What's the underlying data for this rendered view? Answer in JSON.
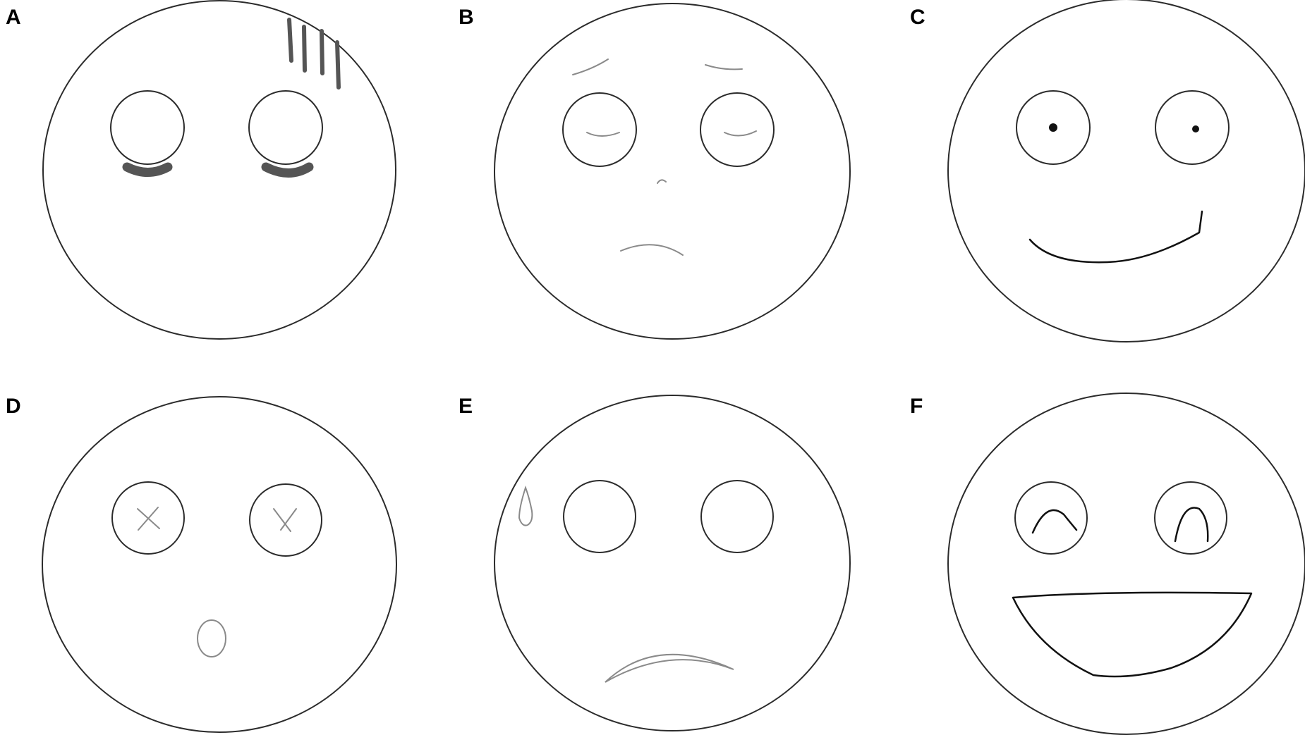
{
  "panels": [
    {
      "label": "A",
      "face": "tired-face-with-dark-circles"
    },
    {
      "label": "B",
      "face": "sad-face-with-closed-eyes"
    },
    {
      "label": "C",
      "face": "smirking-face"
    },
    {
      "label": "D",
      "face": "dizzy-surprised-face"
    },
    {
      "label": "E",
      "face": "worried-face-with-sweat-drop"
    },
    {
      "label": "F",
      "face": "laughing-face"
    }
  ],
  "colors": {
    "outline": "#2b2b2b",
    "pencil_light": "#8a8a8a",
    "pencil_dark": "#555555",
    "ink": "#111111",
    "background": "#ffffff"
  }
}
